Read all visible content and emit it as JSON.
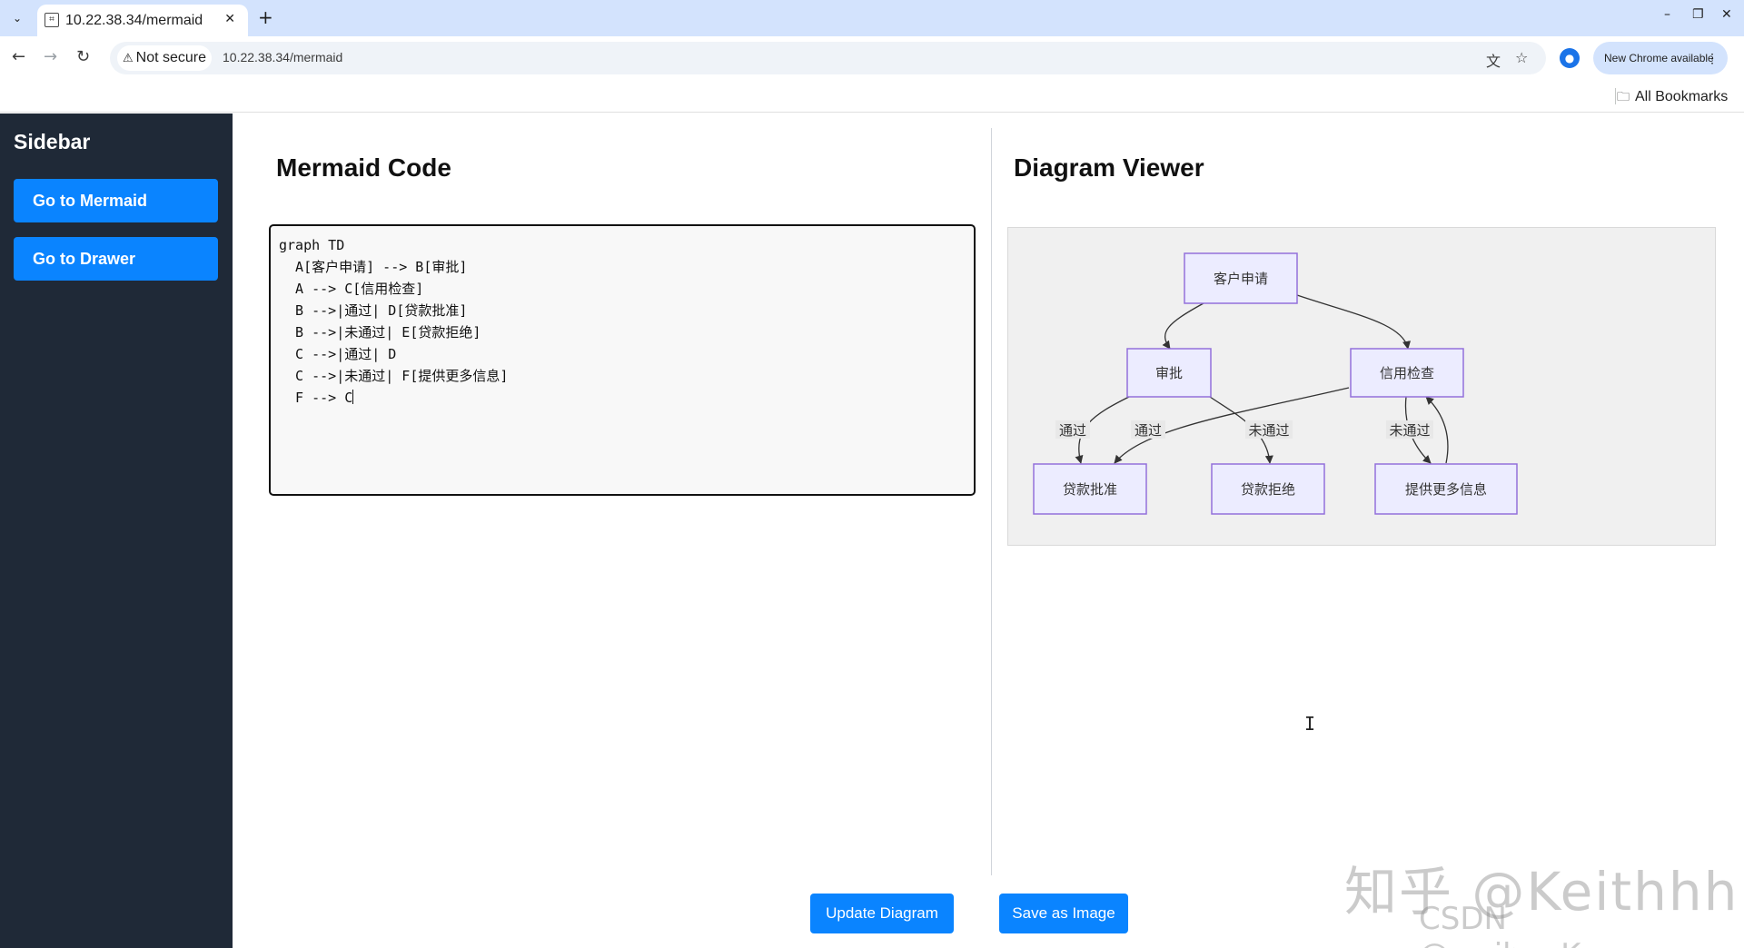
{
  "browser": {
    "tab_title": "10.22.38.34/mermaid",
    "tab_menu_icon": "chevron-down-icon",
    "new_tab_label": "+",
    "close_tab_label": "✕",
    "security_label": "Not secure",
    "url": "10.22.38.34/mermaid",
    "new_chrome_label": "New Chrome available",
    "bookmarks_label": "All Bookmarks"
  },
  "sidebar": {
    "title": "Sidebar",
    "items": [
      {
        "label": "Go to Mermaid"
      },
      {
        "label": "Go to Drawer"
      }
    ]
  },
  "editor": {
    "title": "Mermaid Code",
    "lines": [
      "graph TD",
      "  A[客户申请] --> B[审批]",
      "  A --> C[信用检查]",
      "  B -->|通过| D[贷款批准]",
      "  B -->|未通过| E[贷款拒绝]",
      "  C -->|通过| D",
      "  C -->|未通过| F[提供更多信息]",
      "  F --> C"
    ]
  },
  "viewer": {
    "title": "Diagram Viewer",
    "nodes": {
      "A": "客户申请",
      "B": "审批",
      "C": "信用检查",
      "D": "贷款批准",
      "E": "贷款拒绝",
      "F": "提供更多信息"
    },
    "edge_labels": {
      "BD": "通过",
      "CD": "通过",
      "BE": "未通过",
      "CF": "未通过"
    },
    "colors": {
      "node_fill": "#ececff",
      "node_stroke": "#9370db",
      "background": "#f0f0f0"
    }
  },
  "actions": {
    "update_label": "Update Diagram",
    "save_label": "Save as Image"
  },
  "watermark": {
    "line1": "知乎 @Keithhh",
    "line2": "CSDN @weihuaKuang"
  },
  "theme": {
    "accent": "#0a84ff",
    "sidebar_bg": "#1f2937"
  }
}
